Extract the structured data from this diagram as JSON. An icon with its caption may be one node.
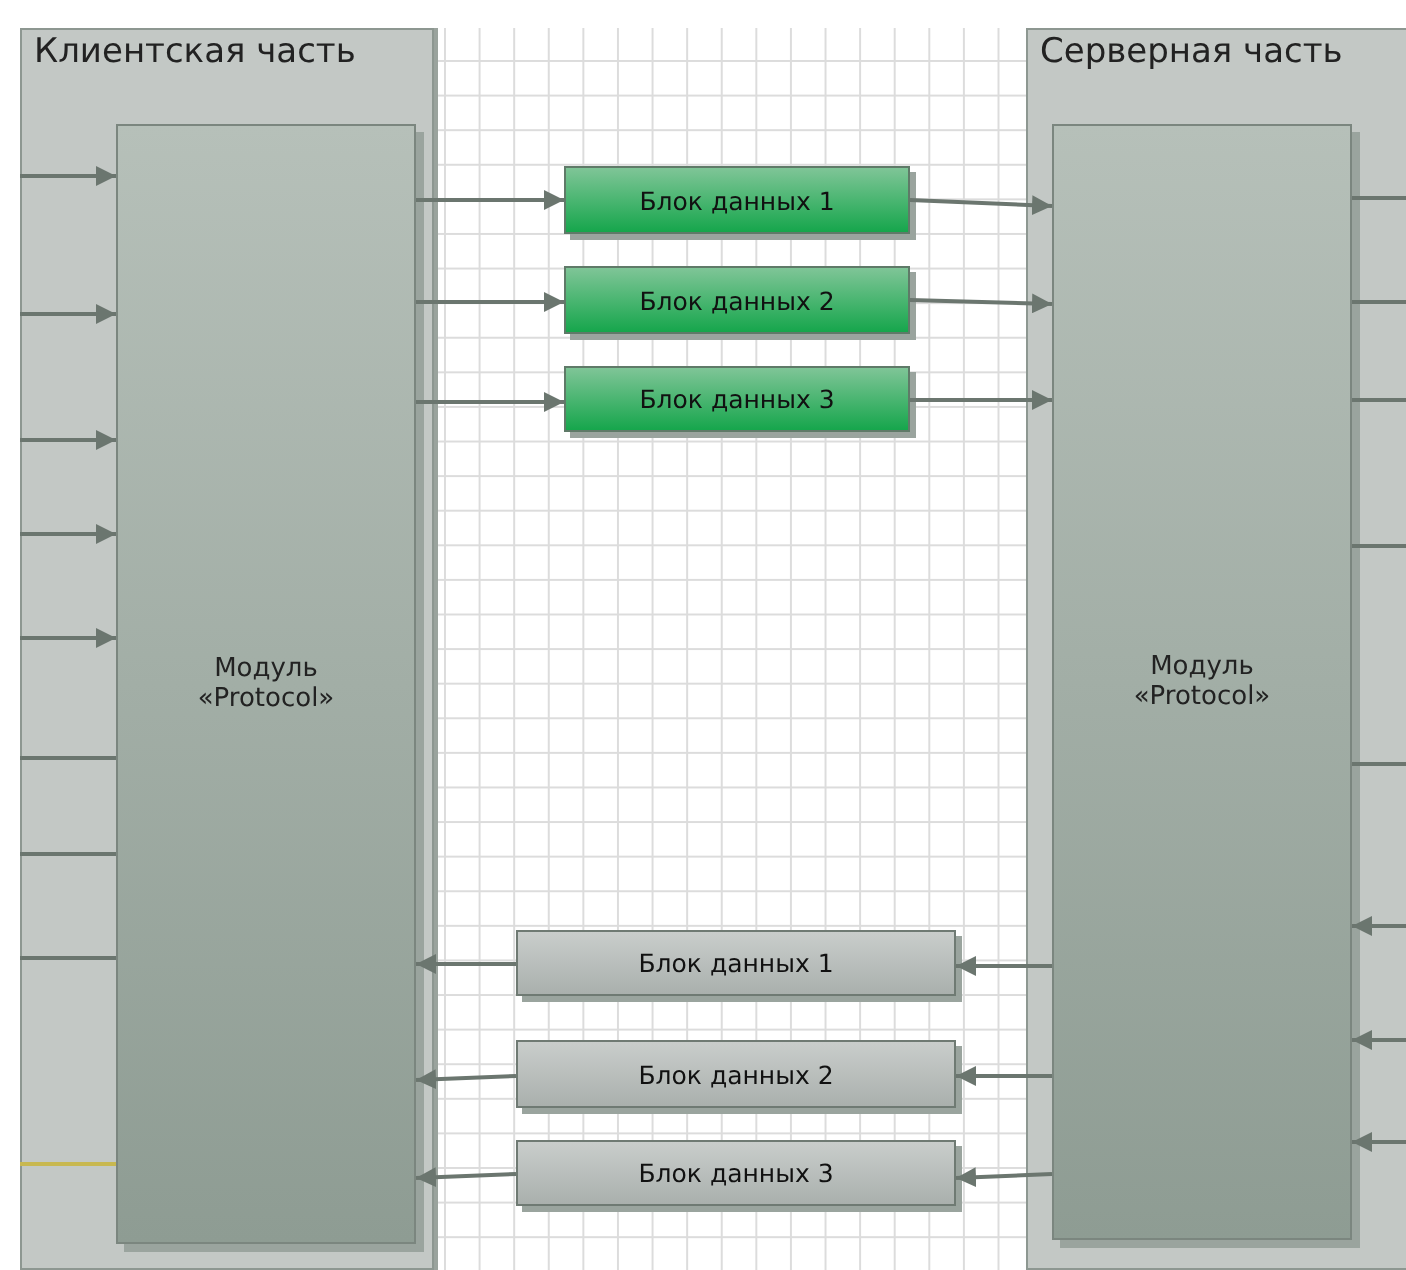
{
  "diagram": {
    "nodes": [
      {
        "text": [
          "Клиентская часть"
        ]
      },
      {
        "text": [
          "Модуль «Protocol»"
        ],
        "in": 0
      },
      {
        "text": [
          "Серверная часть"
        ]
      },
      {
        "text": [
          "Модуль «Protocol»"
        ],
        "in": 2
      },
      {
        "text": [
          "Блок данных 1"
        ]
      },
      {
        "text": [
          "Блок данных 2"
        ]
      },
      {
        "text": [
          "Блок данных 3"
        ]
      },
      {
        "text": [
          "Блок данных 1"
        ]
      },
      {
        "text": [
          "Блок данных 2"
        ]
      },
      {
        "text": [
          "Блок данных 3"
        ]
      }
    ],
    "edges": [
      {
        "from": 1,
        "to": 4,
        "arrow": "to"
      },
      {
        "from": 1,
        "to": 5,
        "arrow": "to"
      },
      {
        "from": 1,
        "to": 6,
        "arrow": "to"
      },
      {
        "from": 4,
        "to": 3,
        "arrow": "to"
      },
      {
        "from": 5,
        "to": 3,
        "arrow": "to"
      },
      {
        "from": 6,
        "to": 3,
        "arrow": "to"
      },
      {
        "from": 3,
        "to": 7,
        "arrow": "to"
      },
      {
        "from": 3,
        "to": 8,
        "arrow": "to"
      },
      {
        "from": 3,
        "to": 9,
        "arrow": "to"
      },
      {
        "from": 7,
        "to": 1,
        "arrow": "to"
      },
      {
        "from": 8,
        "to": 1,
        "arrow": "to"
      },
      {
        "from": 9,
        "to": 1,
        "arrow": "to"
      },
      {
        "from": null,
        "to": 1,
        "arrow": "to"
      },
      {
        "from": null,
        "to": 1,
        "arrow": "to"
      },
      {
        "from": null,
        "to": 1,
        "arrow": "to"
      },
      {
        "from": null,
        "to": 1,
        "arrow": "to"
      },
      {
        "from": null,
        "to": 1,
        "arrow": "to"
      },
      {
        "from": null,
        "to": 1,
        "arrow": "none"
      },
      {
        "from": null,
        "to": 1,
        "arrow": "none"
      },
      {
        "from": null,
        "to": 1,
        "arrow": "none"
      },
      {
        "from": null,
        "to": 1,
        "arrow": "none",
        "color": "#c8b850"
      },
      {
        "from": 3,
        "to": null,
        "arrow": "none"
      },
      {
        "from": 3,
        "to": null,
        "arrow": "none"
      },
      {
        "from": 3,
        "to": null,
        "arrow": "none"
      },
      {
        "from": 3,
        "to": null,
        "arrow": "none"
      },
      {
        "from": 3,
        "to": null,
        "arrow": "none"
      },
      {
        "from": null,
        "to": 3,
        "arrow": "to"
      },
      {
        "from": null,
        "to": 3,
        "arrow": "to"
      },
      {
        "from": null,
        "to": 3,
        "arrow": "to"
      }
    ]
  }
}
